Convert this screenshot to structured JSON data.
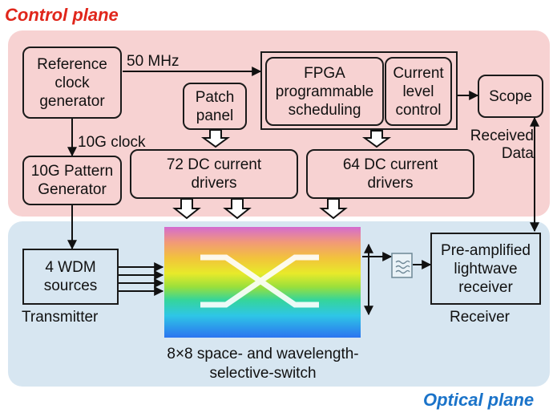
{
  "titles": {
    "control": "Control plane",
    "optical": "Optical plane"
  },
  "colors": {
    "title": "#e0261b",
    "optical_title": "#1a73c9",
    "control_bg": "#f7d2d2",
    "optical_bg": "#d7e6f1"
  },
  "boxes": {
    "ref_clock": "Reference\nclock\ngenerator",
    "fpga": "FPGA\nprogrammable\nscheduling",
    "current_level": "Current\nlevel\ncontrol",
    "scope": "Scope",
    "patch_panel": "Patch\npanel",
    "pattern_gen": "10G Pattern\nGenerator",
    "dc72": "72 DC current\ndrivers",
    "dc64": "64 DC current\ndrivers",
    "wdm": "4 WDM\nsources",
    "receiver": "Pre-amplified\nlightwave\nreceiver"
  },
  "labels": {
    "mhz": "50 MHz",
    "clock10g": "10G clock",
    "received_data": "Received\nData",
    "transmitter": "Transmitter",
    "receiver": "Receiver",
    "switch": "8×8 space- and wavelength-\nselective-switch"
  },
  "icons": {
    "filter": "bandpass-filter-icon",
    "switch": "optical-switch-icon"
  }
}
